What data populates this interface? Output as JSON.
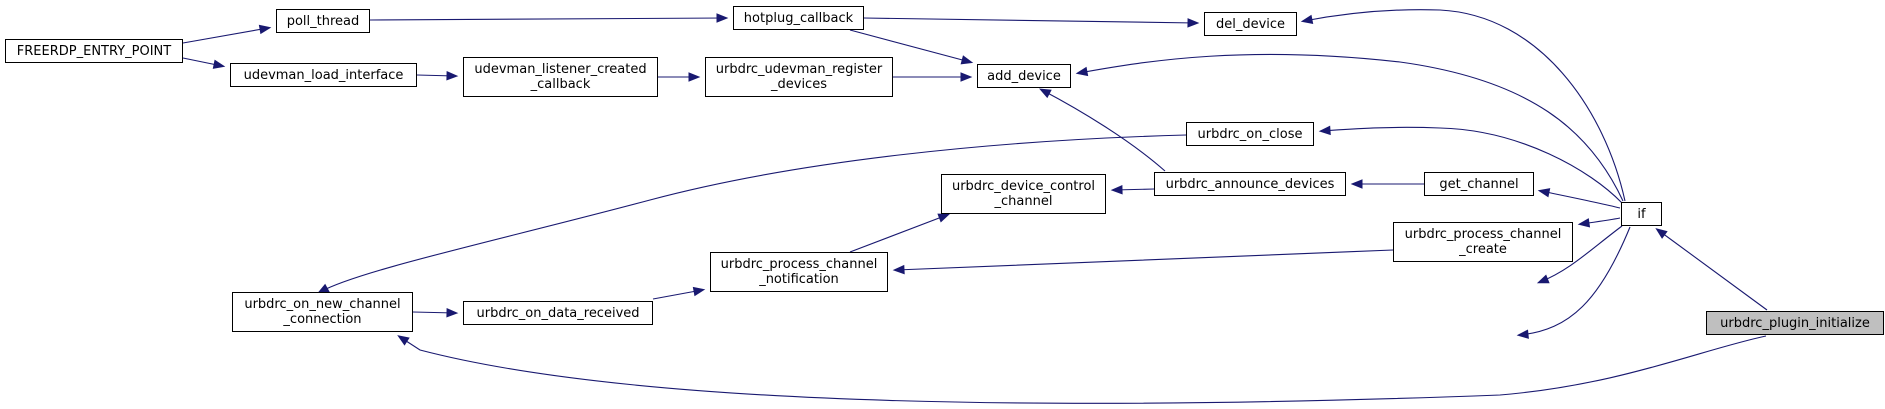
{
  "graph": {
    "colors": {
      "edge": "#191970",
      "node_border": "#000000",
      "highlight_fill": "#bfbfbf"
    },
    "nodes": {
      "freerdp_entry_point": {
        "lines": [
          "FREERDP_ENTRY_POINT"
        ]
      },
      "poll_thread": {
        "lines": [
          "poll_thread"
        ]
      },
      "udevman_load_interface": {
        "lines": [
          "udevman_load_interface"
        ]
      },
      "udevman_listener_created_callback": {
        "lines": [
          "udevman_listener_created",
          "_callback"
        ]
      },
      "hotplug_callback": {
        "lines": [
          "hotplug_callback"
        ]
      },
      "urbdrc_udevman_register_devices": {
        "lines": [
          "urbdrc_udevman_register",
          "_devices"
        ]
      },
      "del_device": {
        "lines": [
          "del_device"
        ]
      },
      "add_device": {
        "lines": [
          "add_device"
        ]
      },
      "urbdrc_on_close": {
        "lines": [
          "urbdrc_on_close"
        ]
      },
      "urbdrc_device_control_channel": {
        "lines": [
          "urbdrc_device_control",
          "_channel"
        ]
      },
      "urbdrc_announce_devices": {
        "lines": [
          "urbdrc_announce_devices"
        ]
      },
      "get_channel": {
        "lines": [
          "get_channel"
        ]
      },
      "if_node": {
        "lines": [
          "if"
        ]
      },
      "urbdrc_process_channel_create": {
        "lines": [
          "urbdrc_process_channel",
          "_create"
        ]
      },
      "urbdrc_process_channel_notification": {
        "lines": [
          "urbdrc_process_channel",
          "_notification"
        ]
      },
      "urbdrc_on_new_channel_connection": {
        "lines": [
          "urbdrc_on_new_channel",
          "_connection"
        ]
      },
      "urbdrc_on_data_received": {
        "lines": [
          "urbdrc_on_data_received"
        ]
      },
      "urbdrc_plugin_initialize": {
        "lines": [
          "urbdrc_plugin_initialize"
        ]
      }
    },
    "edges": [
      [
        "if_node",
        "del_device"
      ],
      [
        "if_node",
        "add_device"
      ],
      [
        "if_node",
        "urbdrc_on_close"
      ],
      [
        "if_node",
        "get_channel"
      ],
      [
        "if_node",
        "urbdrc_process_channel_create"
      ],
      [
        "if_node",
        "urbdrc_process_channel_notification"
      ],
      [
        "if_node",
        "urbdrc_on_data_received"
      ],
      [
        "urbdrc_plugin_initialize",
        "if_node"
      ],
      [
        "urbdrc_plugin_initialize",
        "urbdrc_on_new_channel_connection"
      ],
      [
        "freerdp_entry_point",
        "poll_thread"
      ],
      [
        "freerdp_entry_point",
        "udevman_load_interface"
      ],
      [
        "poll_thread",
        "hotplug_callback"
      ],
      [
        "hotplug_callback",
        "del_device"
      ],
      [
        "hotplug_callback",
        "add_device"
      ],
      [
        "udevman_load_interface",
        "udevman_listener_created_callback"
      ],
      [
        "udevman_listener_created_callback",
        "urbdrc_udevman_register_devices"
      ],
      [
        "urbdrc_udevman_register_devices",
        "add_device"
      ],
      [
        "urbdrc_announce_devices",
        "add_device"
      ],
      [
        "get_channel",
        "urbdrc_announce_devices"
      ],
      [
        "urbdrc_announce_devices",
        "urbdrc_device_control_channel"
      ],
      [
        "urbdrc_device_control_channel",
        "urbdrc_process_channel_notification"
      ],
      [
        "urbdrc_process_channel_create",
        "urbdrc_process_channel_notification"
      ],
      [
        "urbdrc_on_data_received",
        "urbdrc_process_channel_notification"
      ],
      [
        "urbdrc_on_close",
        "urbdrc_on_new_channel_connection"
      ],
      [
        "urbdrc_on_new_channel_connection",
        "urbdrc_on_data_received"
      ]
    ]
  }
}
